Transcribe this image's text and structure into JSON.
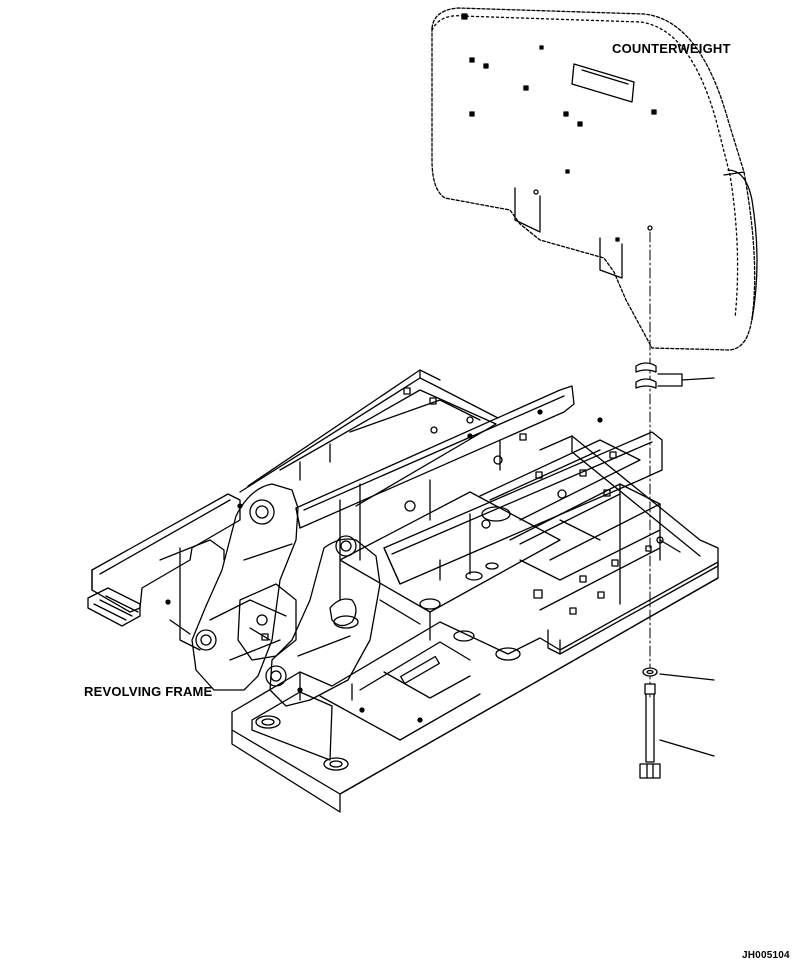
{
  "labels": {
    "counterweight": "COUNTERWEIGHT",
    "revolving_frame": "REVOLVING FRAME",
    "figure_id": "JH005104"
  },
  "colors": {
    "line": "#000000",
    "background": "#ffffff"
  }
}
